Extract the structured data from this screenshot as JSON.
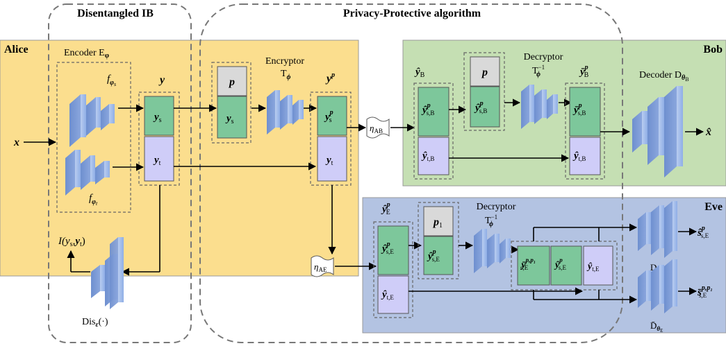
{
  "sections": {
    "disentangled_ib": "Disentangled IB",
    "privacy_algorithm": "Privacy-Protective algorithm"
  },
  "parties": {
    "alice": "Alice",
    "bob": "Bob",
    "eve": "Eve"
  },
  "alice": {
    "encoder_title": "Encoder E",
    "encoder_sub": "φ",
    "input": "x",
    "f_s": {
      "base": "f",
      "sub": "φ",
      "sub2": "s"
    },
    "f_t": {
      "base": "f",
      "sub": "φ",
      "sub2": "t"
    },
    "y_label": "y",
    "y_s": {
      "base": "y",
      "sub": "s"
    },
    "y_t": {
      "base": "y",
      "sub": "t"
    },
    "p_label": "p",
    "encryptor_title": "Encryptor",
    "encryptor_sym": "T",
    "encryptor_sub": "ϕ",
    "yp_label": {
      "base": "y",
      "sup": "p"
    },
    "yp_s": {
      "base": "y",
      "sup": "p",
      "sub": "s"
    },
    "yp_t": {
      "base": "y",
      "sub": "t"
    },
    "mi_label": "I(y",
    "mi_label_s": "s",
    "mi_label_t": "t",
    "dis_label": "Dis",
    "dis_sub": "ε",
    "dis_arg": "(·)"
  },
  "channels": {
    "ab": {
      "base": "η",
      "sub": "AB"
    },
    "ae": {
      "base": "η",
      "sub": "AE"
    }
  },
  "bob": {
    "yB_label": {
      "base": "ŷ",
      "sub": "B"
    },
    "yB_s": {
      "base": "ŷ",
      "sup": "p",
      "sub": "s,B"
    },
    "yB_t": {
      "base": "ŷ",
      "sub": "t,B"
    },
    "p_label": "p",
    "yB_s2": {
      "base": "ŷ",
      "sup": "p",
      "sub": "s,B"
    },
    "decryptor_title": "Decryptor",
    "decryptor_sym": "T",
    "decryptor_sub": "ϕ",
    "decryptor_sup": "−1",
    "ybar_label": {
      "base": "ȳ",
      "sup": "p",
      "sub": "B"
    },
    "ybar_s": {
      "base": "ȳ",
      "sup": "p",
      "sub": "s,B"
    },
    "ybar_t": {
      "base": "ŷ",
      "sub": "t,B"
    },
    "decoder_title": "Decoder D",
    "decoder_sub": "θ",
    "decoder_sub2": "B",
    "output": "x̂"
  },
  "eve": {
    "yE_label": {
      "base": "ŷ",
      "sup": "p",
      "sub": "E"
    },
    "yE_s": {
      "base": "ŷ",
      "sup": "p",
      "sub": "s,E"
    },
    "yE_t": {
      "base": "ŷ",
      "sub": "t,E"
    },
    "p1_label": "p",
    "p1_sub": "1",
    "yE_s2": {
      "base": "ŷ",
      "sup": "p",
      "sub": "s,E"
    },
    "decryptor_title": "Decryptor",
    "decryptor_sym": "T",
    "decryptor_sub": "ϕ",
    "decryptor_sup": "−1",
    "cat1": {
      "base": "ȳ",
      "sup": "p,p₁",
      "sub": "s,E"
    },
    "cat2": {
      "base": "ŷ",
      "sup": "p",
      "sub": "s,E"
    },
    "cat3": {
      "base": "ŷ",
      "sub": "t,E"
    },
    "out1": {
      "base": "ŝ",
      "sup": "p",
      "sub": "s,E"
    },
    "out2": {
      "base": "s̄",
      "sup": "p,p₁",
      "sub": "s,E"
    },
    "dec1": {
      "base": "D",
      "sub": "θ",
      "sub2": "E"
    },
    "dec2": {
      "base": "D̄",
      "sub": "θ",
      "sub2": "E"
    }
  },
  "colors": {
    "alice_bg": "#FBDE8E",
    "bob_bg": "#C5DFB3",
    "eve_bg": "#B3C3E2",
    "green_box": "#7DC79B",
    "lavender_box": "#CFCDF8",
    "gray_box": "#D9D9D9",
    "net_blue": "#9FBBEA"
  }
}
